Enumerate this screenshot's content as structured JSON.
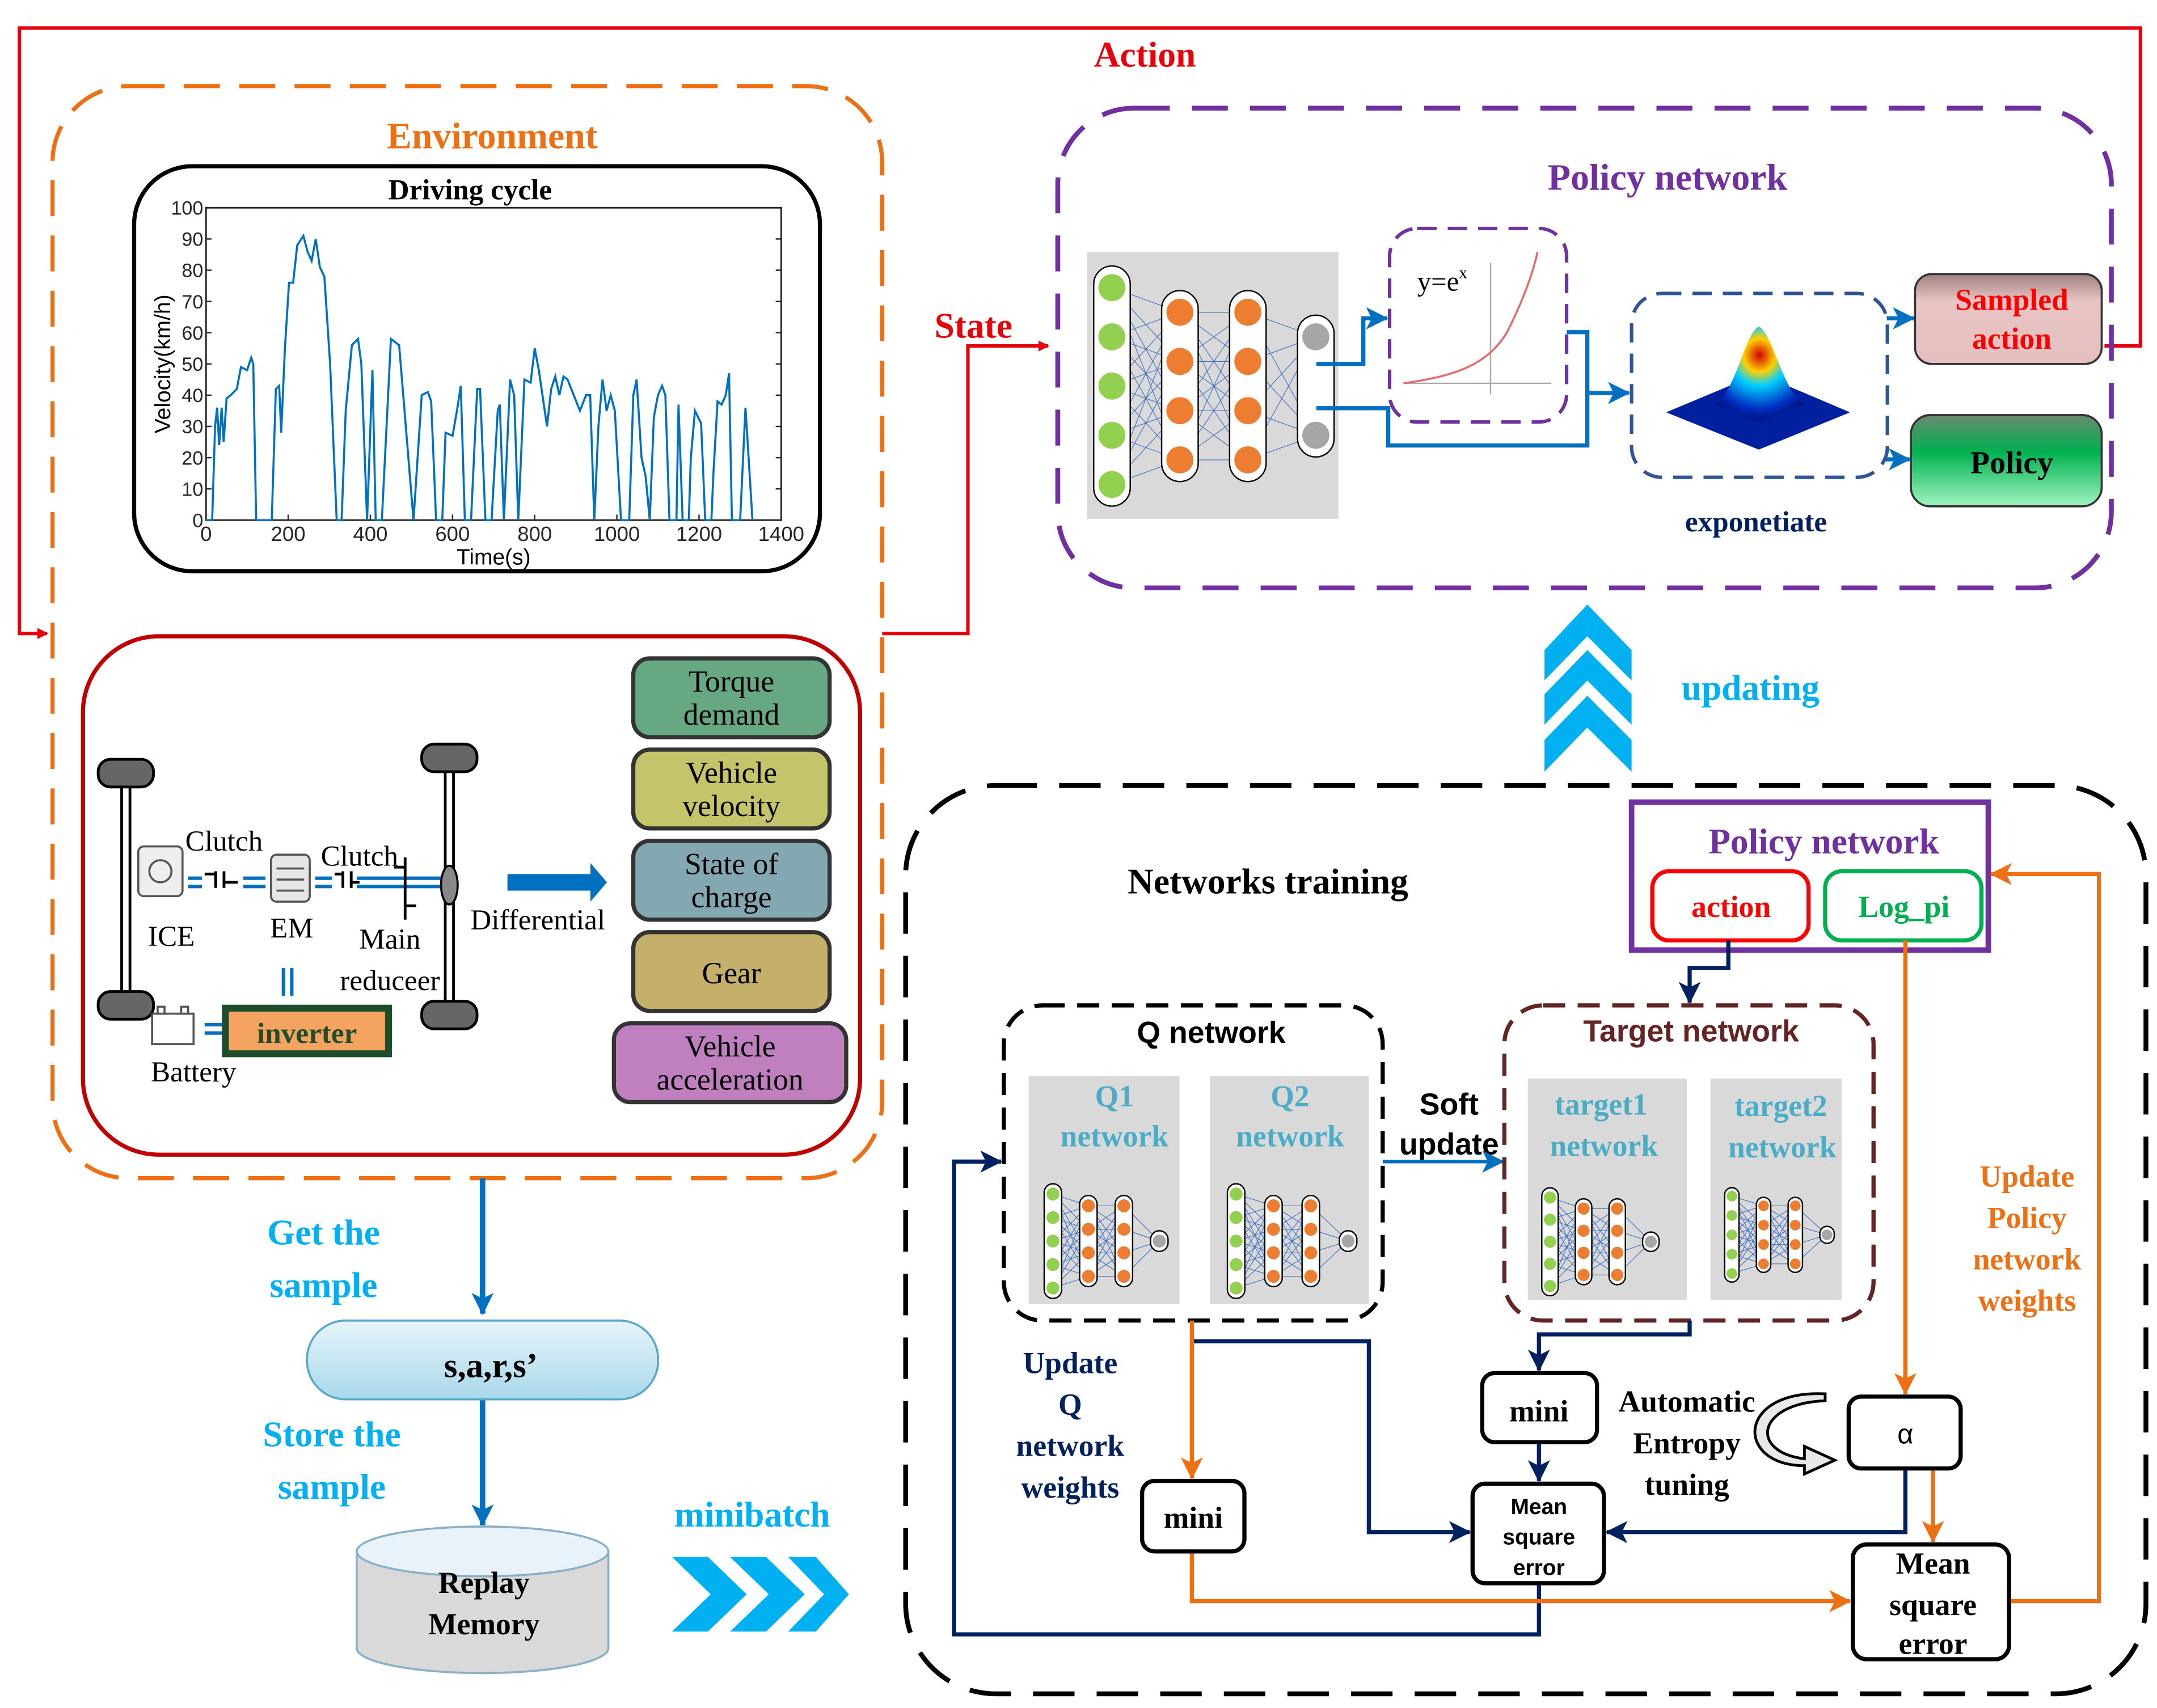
{
  "action_label": "Action",
  "state_label": "State",
  "environment": {
    "title": "Environment",
    "driving_cycle": {
      "title": "Driving cycle"
    },
    "powertrain": {
      "clutch1": "Clutch",
      "clutch2": "Clutch",
      "ice": "ICE",
      "em": "EM",
      "main": "Main",
      "reducer": "reduceer",
      "differential": "Differential",
      "battery": "Battery",
      "inverter": "inverter"
    },
    "states": [
      {
        "line1": "Torque",
        "line2": "demand",
        "color": "#66a882"
      },
      {
        "line1": "Vehicle",
        "line2": "velocity",
        "color": "#c4c46a"
      },
      {
        "line1": "State of",
        "line2": "charge",
        "color": "#84a8b2"
      },
      {
        "line1": "Gear",
        "line2": "",
        "color": "#c4b06a"
      },
      {
        "line1": "Vehicle",
        "line2": "acceleration",
        "color": "#c080c0"
      }
    ]
  },
  "policy_network": {
    "title": "Policy network",
    "exp_formula": "y=e",
    "exp_superscript": "x",
    "exponentiate_label": "exponetiate",
    "sampled_action_line1": "Sampled",
    "sampled_action_line2": "action",
    "policy_label": "Policy"
  },
  "updating_label": "updating",
  "left_flow": {
    "get_sample_line1": "Get the",
    "get_sample_line2": "sample",
    "transition": "s,a,r,s’",
    "store_sample_line1": "Store the",
    "store_sample_line2": "sample",
    "replay_line1": "Replay",
    "replay_line2": "Memory",
    "minibatch": "minibatch"
  },
  "training": {
    "title": "Networks training",
    "policy_box_title": "Policy network",
    "action": "action",
    "log_pi": "Log_pi",
    "q_network_title": "Q network",
    "q1_line1": "Q1",
    "q1_line2": "network",
    "q2_line1": "Q2",
    "q2_line2": "network",
    "soft_update_line1": "Soft",
    "soft_update_line2": "update",
    "target_title": "Target network",
    "t1_line1": "target1",
    "t1_line2": "network",
    "t2_line1": "target2",
    "t2_line2": "network",
    "mini_top": "mini",
    "mini_left": "mini",
    "alpha": "α",
    "mse_mid": [
      "Mean",
      "square",
      "error"
    ],
    "mse_right": [
      "Mean",
      "square",
      "error"
    ],
    "entropy": [
      "Automatic",
      "Entropy",
      "tuning"
    ],
    "update_q": [
      "Update",
      "Q",
      "network",
      "weights"
    ],
    "update_policy": [
      "Update",
      "Policy",
      "network",
      "weights"
    ]
  },
  "colors": {
    "red": "#e8000b",
    "orange": "#ed7014",
    "purple": "#7030a0",
    "cyan": "#00b0f0",
    "navy": "#002060",
    "blue": "#0070c0",
    "green": "#00b050"
  },
  "chart_data": {
    "type": "line",
    "title": "Driving cycle",
    "xlabel": "Time(s)",
    "ylabel": "Velocity(km/h)",
    "xlim": [
      0,
      1400
    ],
    "ylim": [
      0,
      100
    ],
    "xticks": [
      "0",
      "200",
      "400",
      "600",
      "800",
      "1000",
      "1200",
      "1400"
    ],
    "yticks": [
      "0",
      "10",
      "20",
      "30",
      "40",
      "50",
      "60",
      "70",
      "80",
      "90",
      "100"
    ],
    "grid": false,
    "series": [
      {
        "color": "#0072bd",
        "points": [
          [
            0,
            0
          ],
          [
            15,
            0
          ],
          [
            22,
            30
          ],
          [
            27,
            36
          ],
          [
            32,
            24
          ],
          [
            38,
            36
          ],
          [
            43,
            25
          ],
          [
            50,
            39
          ],
          [
            60,
            40
          ],
          [
            75,
            42
          ],
          [
            85,
            49
          ],
          [
            100,
            48
          ],
          [
            110,
            52
          ],
          [
            115,
            50
          ],
          [
            122,
            0
          ],
          [
            160,
            0
          ],
          [
            170,
            42
          ],
          [
            178,
            43
          ],
          [
            183,
            28
          ],
          [
            192,
            55
          ],
          [
            202,
            76
          ],
          [
            212,
            76
          ],
          [
            222,
            88
          ],
          [
            237,
            91
          ],
          [
            247,
            86
          ],
          [
            257,
            83
          ],
          [
            267,
            90
          ],
          [
            277,
            81
          ],
          [
            288,
            78
          ],
          [
            302,
            50
          ],
          [
            318,
            0
          ],
          [
            330,
            0
          ],
          [
            340,
            35
          ],
          [
            355,
            56
          ],
          [
            370,
            58
          ],
          [
            378,
            50
          ],
          [
            392,
            0
          ],
          [
            405,
            48
          ],
          [
            413,
            0
          ],
          [
            428,
            0
          ],
          [
            450,
            58
          ],
          [
            470,
            56
          ],
          [
            480,
            40
          ],
          [
            505,
            0
          ],
          [
            525,
            40
          ],
          [
            540,
            41
          ],
          [
            548,
            38
          ],
          [
            560,
            0
          ],
          [
            575,
            0
          ],
          [
            583,
            28
          ],
          [
            600,
            27
          ],
          [
            612,
            36
          ],
          [
            620,
            43
          ],
          [
            630,
            0
          ],
          [
            645,
            0
          ],
          [
            660,
            42
          ],
          [
            667,
            42
          ],
          [
            680,
            0
          ],
          [
            695,
            0
          ],
          [
            710,
            35
          ],
          [
            715,
            37
          ],
          [
            725,
            0
          ],
          [
            740,
            45
          ],
          [
            750,
            40
          ],
          [
            760,
            0
          ],
          [
            775,
            45
          ],
          [
            790,
            44
          ],
          [
            800,
            55
          ],
          [
            810,
            48
          ],
          [
            830,
            30
          ],
          [
            840,
            42
          ],
          [
            850,
            46
          ],
          [
            860,
            40
          ],
          [
            870,
            46
          ],
          [
            880,
            45
          ],
          [
            895,
            40
          ],
          [
            910,
            35
          ],
          [
            925,
            40
          ],
          [
            935,
            40
          ],
          [
            945,
            0
          ],
          [
            955,
            30
          ],
          [
            965,
            45
          ],
          [
            975,
            35
          ],
          [
            985,
            40
          ],
          [
            995,
            35
          ],
          [
            1010,
            0
          ],
          [
            1030,
            0
          ],
          [
            1040,
            40
          ],
          [
            1048,
            45
          ],
          [
            1060,
            20
          ],
          [
            1070,
            14
          ],
          [
            1080,
            0
          ],
          [
            1090,
            33
          ],
          [
            1100,
            40
          ],
          [
            1110,
            43
          ],
          [
            1118,
            40
          ],
          [
            1128,
            0
          ],
          [
            1145,
            0
          ],
          [
            1150,
            37
          ],
          [
            1160,
            0
          ],
          [
            1175,
            0
          ],
          [
            1180,
            20
          ],
          [
            1190,
            35
          ],
          [
            1205,
            31
          ],
          [
            1215,
            0
          ],
          [
            1230,
            0
          ],
          [
            1235,
            15
          ],
          [
            1245,
            38
          ],
          [
            1255,
            37
          ],
          [
            1265,
            40
          ],
          [
            1273,
            47
          ],
          [
            1280,
            0
          ],
          [
            1300,
            0
          ],
          [
            1313,
            36
          ],
          [
            1330,
            0
          ]
        ]
      }
    ]
  }
}
